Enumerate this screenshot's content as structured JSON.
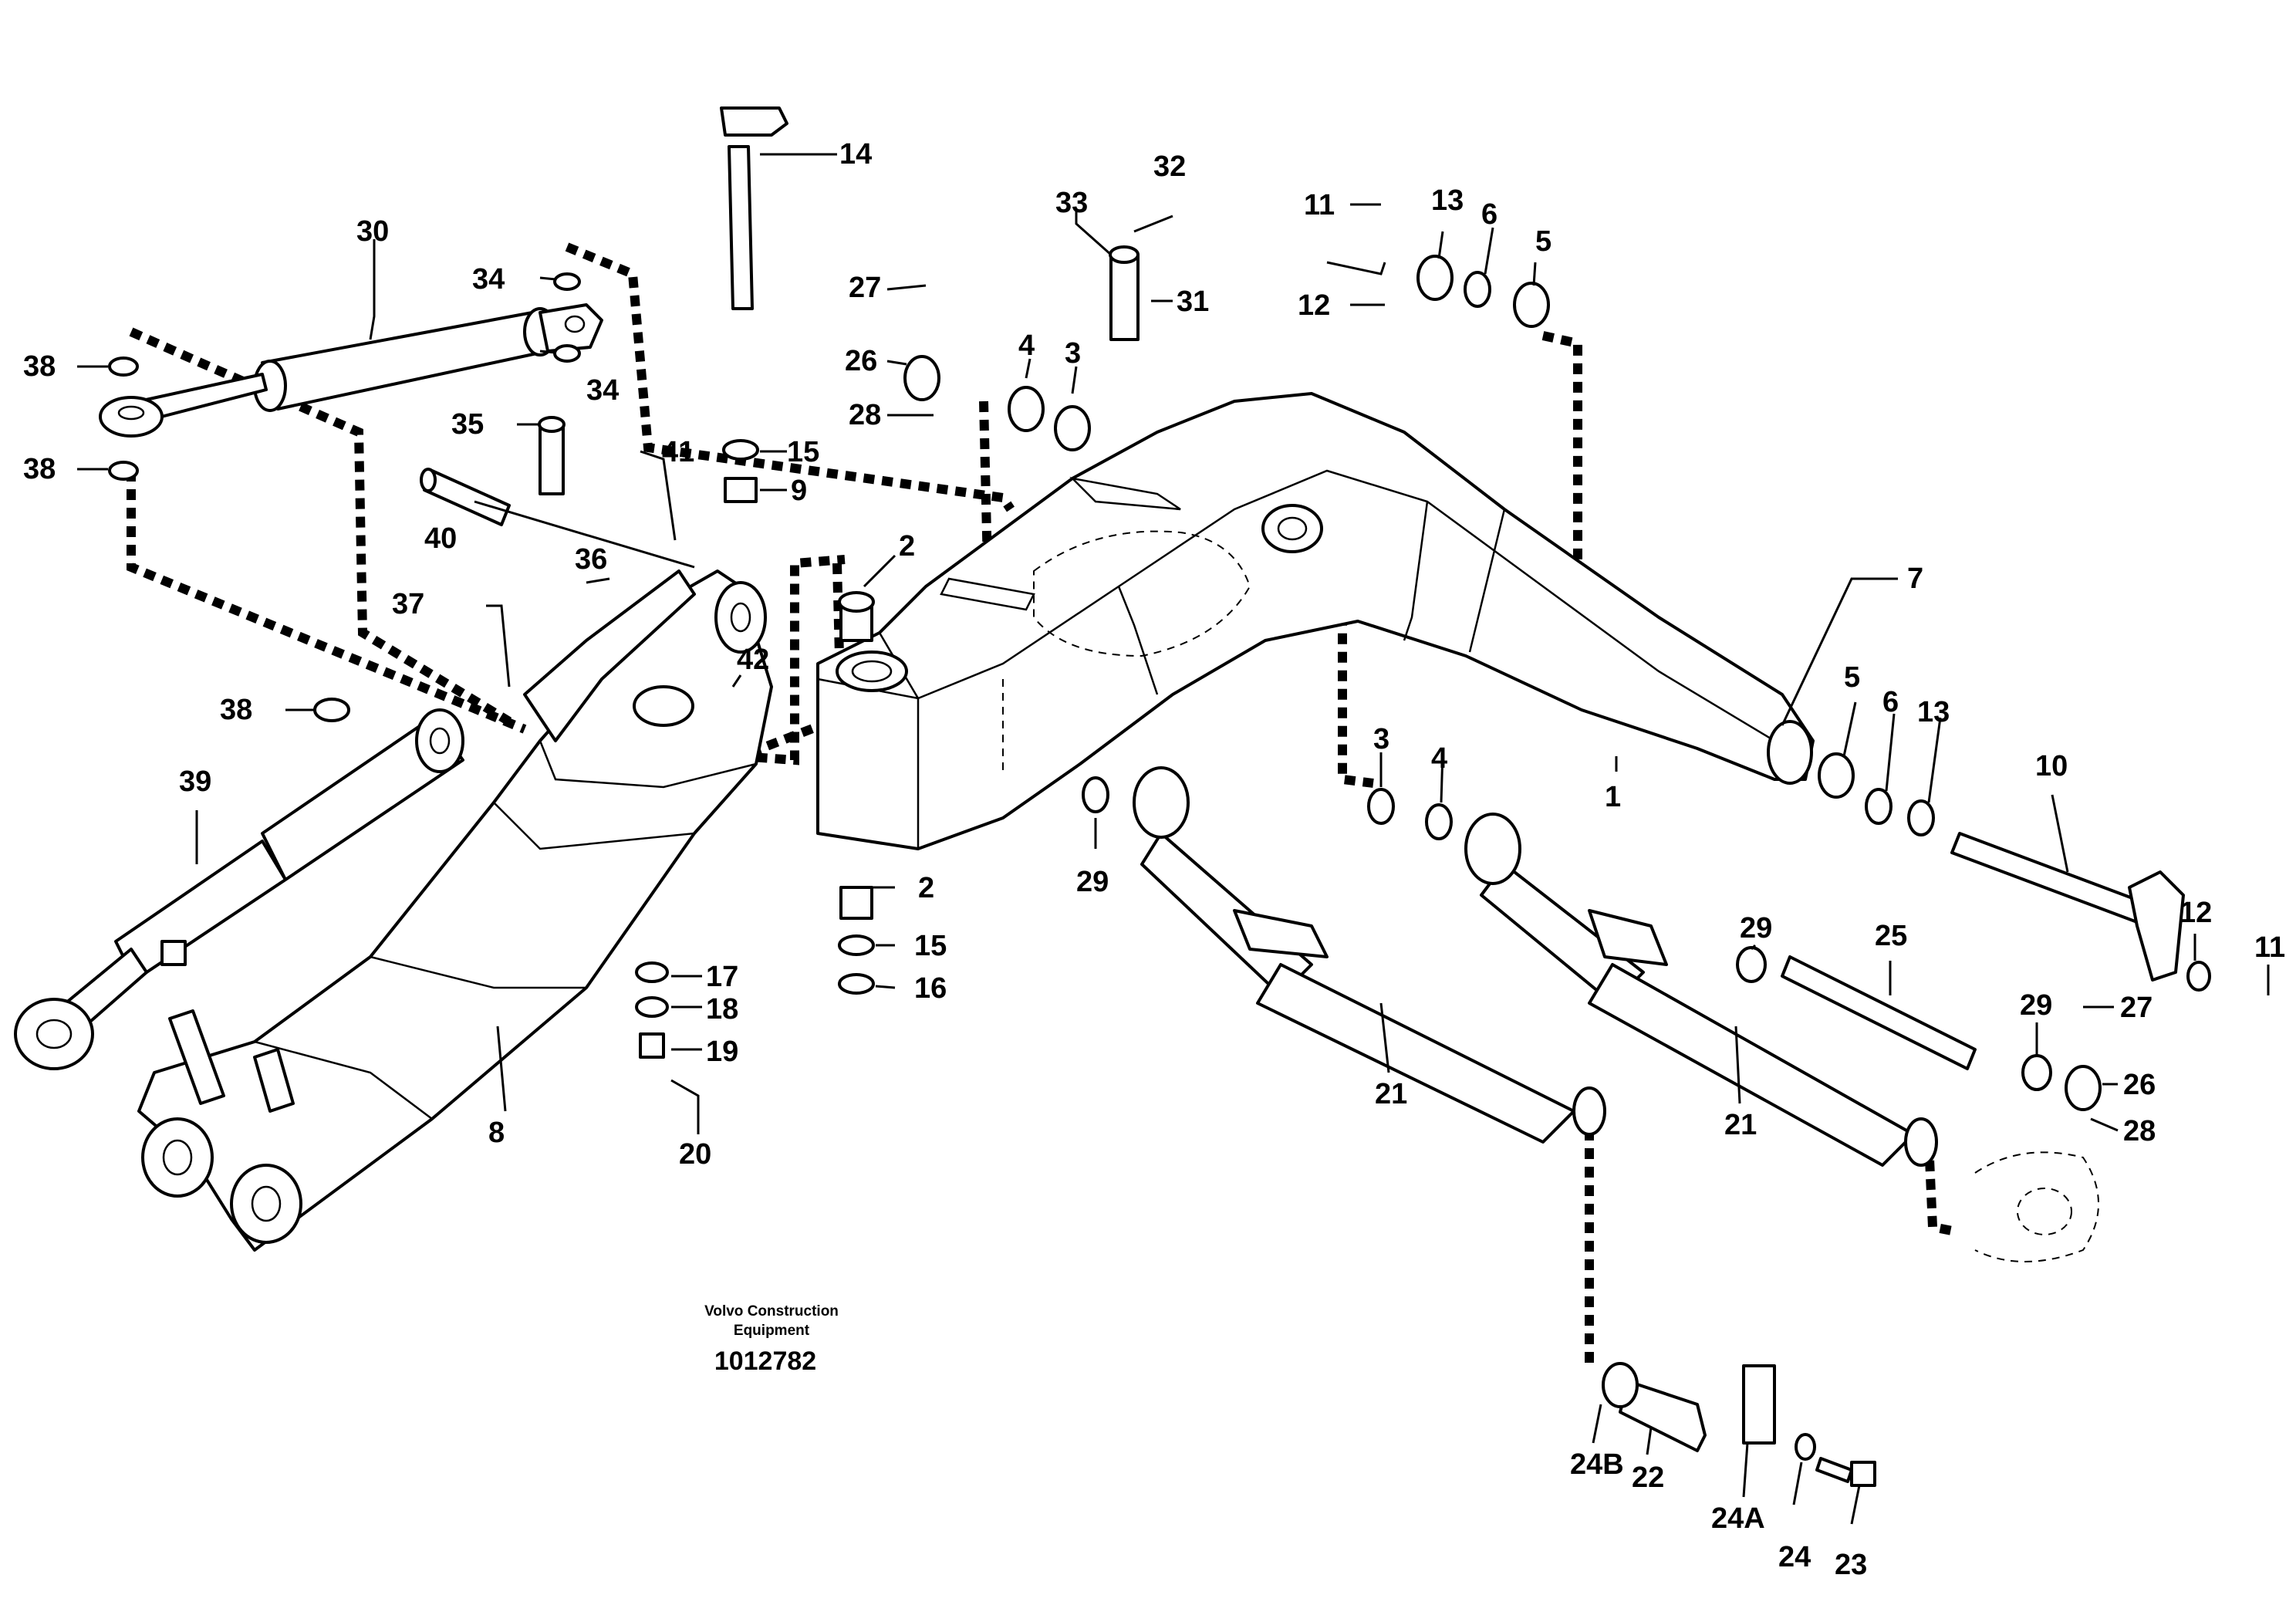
{
  "credit": {
    "line1": "Volvo Construction",
    "line2": "Equipment",
    "number": "1012782"
  },
  "callouts": [
    {
      "id": "c14",
      "label": "14"
    },
    {
      "id": "c30",
      "label": "30"
    },
    {
      "id": "c34a",
      "label": "34"
    },
    {
      "id": "c34b",
      "label": "34"
    },
    {
      "id": "c38a",
      "label": "38"
    },
    {
      "id": "c38b",
      "label": "38"
    },
    {
      "id": "c38c",
      "label": "38"
    },
    {
      "id": "c35",
      "label": "35"
    },
    {
      "id": "c41",
      "label": "41"
    },
    {
      "id": "c15a",
      "label": "15"
    },
    {
      "id": "c9",
      "label": "9"
    },
    {
      "id": "c40",
      "label": "40"
    },
    {
      "id": "c36",
      "label": "36"
    },
    {
      "id": "c37",
      "label": "37"
    },
    {
      "id": "c42",
      "label": "42"
    },
    {
      "id": "c39",
      "label": "39"
    },
    {
      "id": "c8",
      "label": "8"
    },
    {
      "id": "c17",
      "label": "17"
    },
    {
      "id": "c18",
      "label": "18"
    },
    {
      "id": "c19",
      "label": "19"
    },
    {
      "id": "c20",
      "label": "20"
    },
    {
      "id": "c33",
      "label": "33"
    },
    {
      "id": "c32",
      "label": "32"
    },
    {
      "id": "c31",
      "label": "31"
    },
    {
      "id": "c27a",
      "label": "27"
    },
    {
      "id": "c26a",
      "label": "26"
    },
    {
      "id": "c28a",
      "label": "28"
    },
    {
      "id": "c4a",
      "label": "4"
    },
    {
      "id": "c3a",
      "label": "3"
    },
    {
      "id": "c2a",
      "label": "2"
    },
    {
      "id": "c2b",
      "label": "2"
    },
    {
      "id": "c15b",
      "label": "15"
    },
    {
      "id": "c16",
      "label": "16"
    },
    {
      "id": "c29a",
      "label": "29"
    },
    {
      "id": "c11a",
      "label": "11"
    },
    {
      "id": "c12a",
      "label": "12"
    },
    {
      "id": "c13a",
      "label": "13"
    },
    {
      "id": "c6a",
      "label": "6"
    },
    {
      "id": "c5a",
      "label": "5"
    },
    {
      "id": "c7",
      "label": "7"
    },
    {
      "id": "c1",
      "label": "1"
    },
    {
      "id": "c3b",
      "label": "3"
    },
    {
      "id": "c4b",
      "label": "4"
    },
    {
      "id": "c5b",
      "label": "5"
    },
    {
      "id": "c6b",
      "label": "6"
    },
    {
      "id": "c13b",
      "label": "13"
    },
    {
      "id": "c10",
      "label": "10"
    },
    {
      "id": "c12b",
      "label": "12"
    },
    {
      "id": "c11b",
      "label": "11"
    },
    {
      "id": "c29b",
      "label": "29"
    },
    {
      "id": "c25",
      "label": "25"
    },
    {
      "id": "c29c",
      "label": "29"
    },
    {
      "id": "c27b",
      "label": "27"
    },
    {
      "id": "c26b",
      "label": "26"
    },
    {
      "id": "c28b",
      "label": "28"
    },
    {
      "id": "c21a",
      "label": "21"
    },
    {
      "id": "c21b",
      "label": "21"
    },
    {
      "id": "c24b_",
      "label": "24B"
    },
    {
      "id": "c22",
      "label": "22"
    },
    {
      "id": "c24a_",
      "label": "24A"
    },
    {
      "id": "c24",
      "label": "24"
    },
    {
      "id": "c23",
      "label": "23"
    }
  ]
}
